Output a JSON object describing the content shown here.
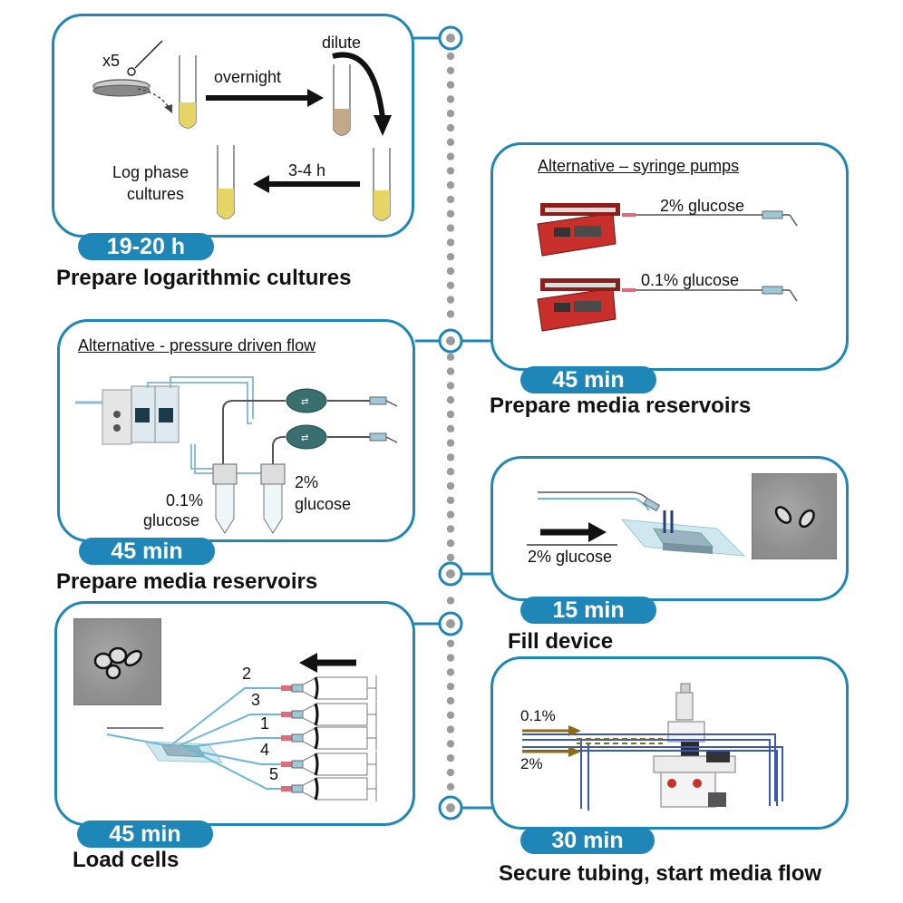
{
  "steps": {
    "prepare_cultures": {
      "time": "19-20 h",
      "caption": "Prepare logarithmic cultures",
      "labels": {
        "x5": "x5",
        "overnight": "overnight",
        "dilute": "dilute",
        "three_four_h": "3-4 h",
        "log_phase_1": "Log phase",
        "log_phase_2": "cultures"
      }
    },
    "media_syringe": {
      "time": "45 min",
      "caption": "Prepare media reservoirs",
      "title": "Alternative – syringe pumps",
      "pump_1_label": "2% glucose",
      "pump_2_label": "0.1% glucose"
    },
    "media_pressure": {
      "time": "45 min",
      "caption": "Prepare media reservoirs",
      "title": "Alternative - pressure driven flow",
      "left_tube_1": "0.1%",
      "left_tube_2": "glucose",
      "right_tube_1": "2%",
      "right_tube_2": "glucose"
    },
    "fill_device": {
      "time": "15 min",
      "caption": "Fill device",
      "label": "2% glucose"
    },
    "load_cells": {
      "time": "45 min",
      "caption": "Load cells",
      "syringe_numbers": [
        "2",
        "3",
        "1",
        "4",
        "5"
      ]
    },
    "start_flow": {
      "time": "30 min",
      "caption": "Secure tubing, start media flow",
      "label_top": "0.1%",
      "label_bottom": "2%"
    }
  },
  "colors": {
    "accent": "#1f86b8",
    "timeline_dots": "#9b9b9b",
    "culture_yellow": "#e6d466",
    "pump_red": "#c9302c",
    "media_brown": "#8b6a1a"
  }
}
